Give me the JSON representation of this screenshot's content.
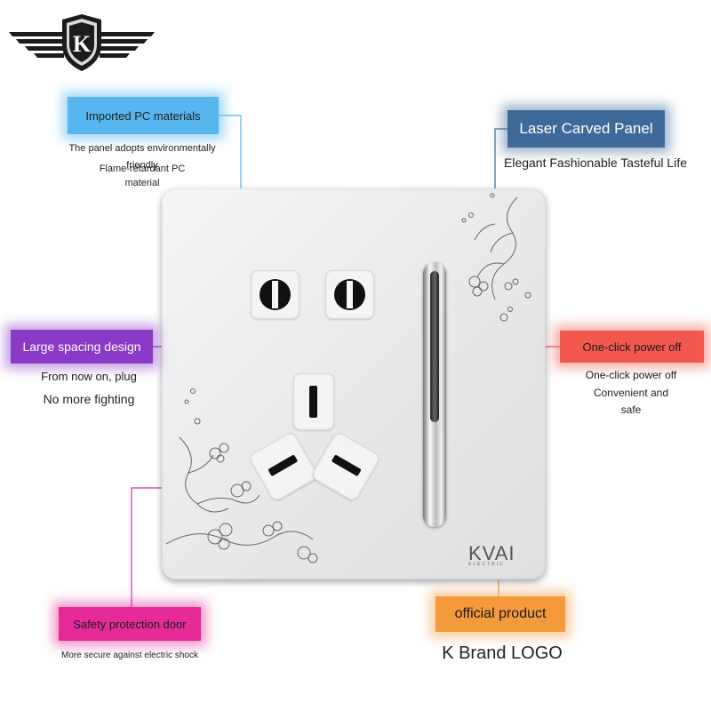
{
  "colors": {
    "blue": "#57b6ee",
    "navy": "#3e6a9a",
    "purple": "#8b3ac7",
    "red": "#f2584e",
    "pink": "#e62b98",
    "orange": "#f59a3c"
  },
  "callouts": {
    "pc": {
      "title": "Imported PC materials",
      "line1": "The panel adopts environmentally friendly",
      "line2": "Flame-retardant PC",
      "line3": "material"
    },
    "laser": {
      "title": "Laser Carved Panel",
      "line1": "Elegant Fashionable Tasteful Life"
    },
    "spacing": {
      "title": "Large spacing design",
      "line1": "From now on, plug",
      "line2": "No more fighting"
    },
    "power": {
      "title": "One-click power off",
      "line1": "One-click power off",
      "line2": "Convenient and",
      "line3": "safe"
    },
    "safety": {
      "title": "Safety protection door",
      "line1": "More secure against electric shock"
    },
    "logo": {
      "title": "official product",
      "line1": "K Brand LOGO"
    }
  },
  "brand": {
    "emblem_letter": "K",
    "panel_logo": "KVAI",
    "panel_logo_sub": "ELECTRIC"
  },
  "icons": {
    "emblem": "winged-shield-icon"
  }
}
